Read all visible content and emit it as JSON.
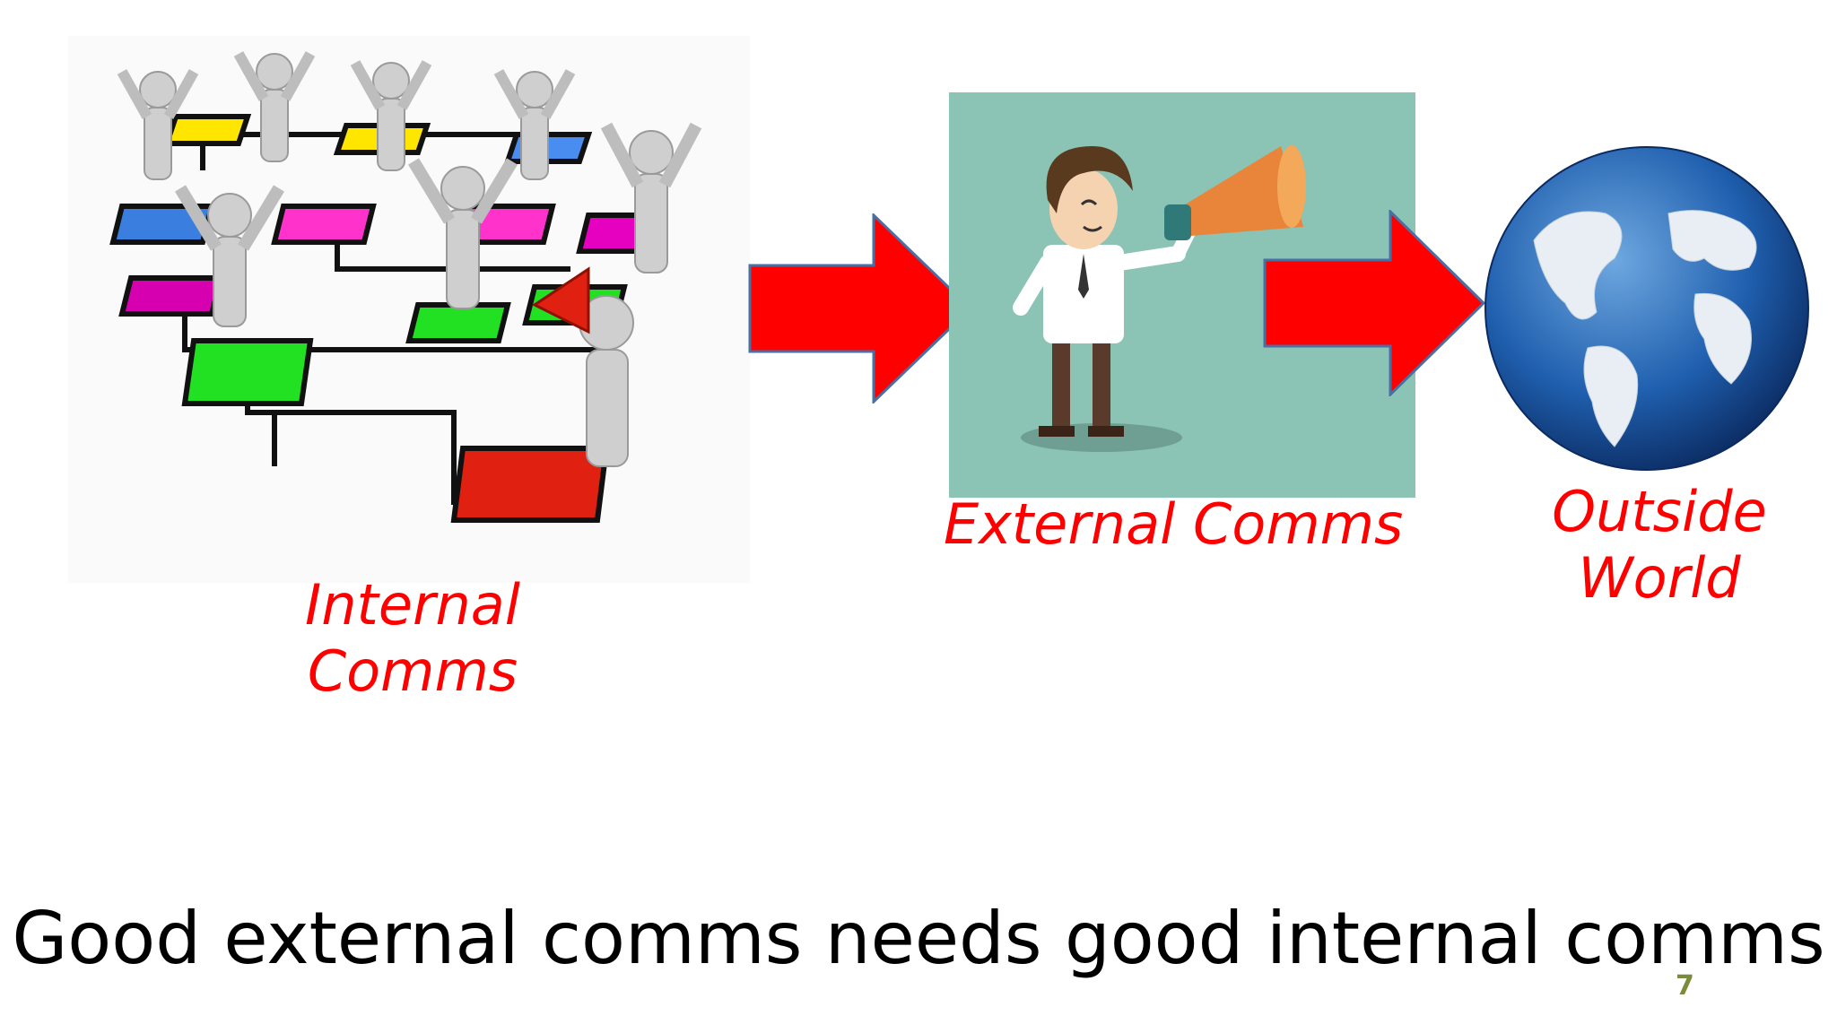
{
  "captions": {
    "internal_line1": "Internal",
    "internal_line2": "Comms",
    "external": "External Comms",
    "outside_line1": "Outside",
    "outside_line2": "World"
  },
  "tagline": "Good external comms needs good internal comms",
  "page_number": "7",
  "colors": {
    "caption": "#ff0000",
    "arrow": "#ff0000",
    "arrow_outline": "#4a6fa5",
    "external_panel": "#8bc3b5",
    "page_number": "#7a8c3c"
  },
  "icons": {
    "internal": "org-chart-people-illustration",
    "external": "person-with-megaphone-illustration",
    "outside": "globe-illustration",
    "arrow": "right-arrow"
  }
}
